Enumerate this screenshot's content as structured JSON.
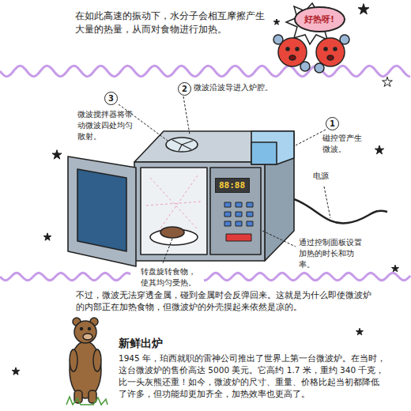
{
  "diagram": {
    "nodes": [
      {
        "text": [
          "好热呀!"
        ]
      },
      {
        "text": [
          "2",
          "微波沿波导进入炉腔。"
        ]
      },
      {
        "text": [
          "3",
          "微波搅拌器将带动微波四处均匀散射。"
        ]
      },
      {
        "text": [
          "1",
          "磁控管产生微波。"
        ]
      },
      {
        "text": [
          "88:88"
        ]
      }
    ],
    "labels": [
      "在如此高速的振动下，水分子会相互摩擦产生大量的热量，从而对食物进行加热。",
      "电源",
      "通过控制面板设置加热的时长和功率。",
      "转盘旋转食物，使其均匀受热。",
      "不过，微波无法穿透金属，碰到金属时会反弹回来。这就是为什么即使微波炉的内部正在加热食物，但微波炉的外壳摸起来依然是凉的。",
      "新鲜出炉",
      "1945 年，珀西就职的雷神公司推出了世界上第一台微波炉。在当时，这台微波炉的售价高达 5000 美元。它高约 1.7 米，重约 340 千克，比一头灰熊还重！如今，微波炉的尺寸、重量、价格比起当初都降低了许多，但功能却更加齐全，加热效率也更高了。"
    ]
  }
}
